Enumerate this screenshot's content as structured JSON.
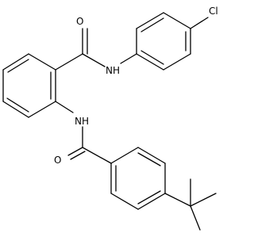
{
  "molecule": {
    "atom_labels": {
      "oxygen_amide_top": "O",
      "nh_amide_top": "NH",
      "chlorine": "Cl",
      "nh_amide_bottom": "NH",
      "oxygen_amide_bottom": "O"
    }
  }
}
